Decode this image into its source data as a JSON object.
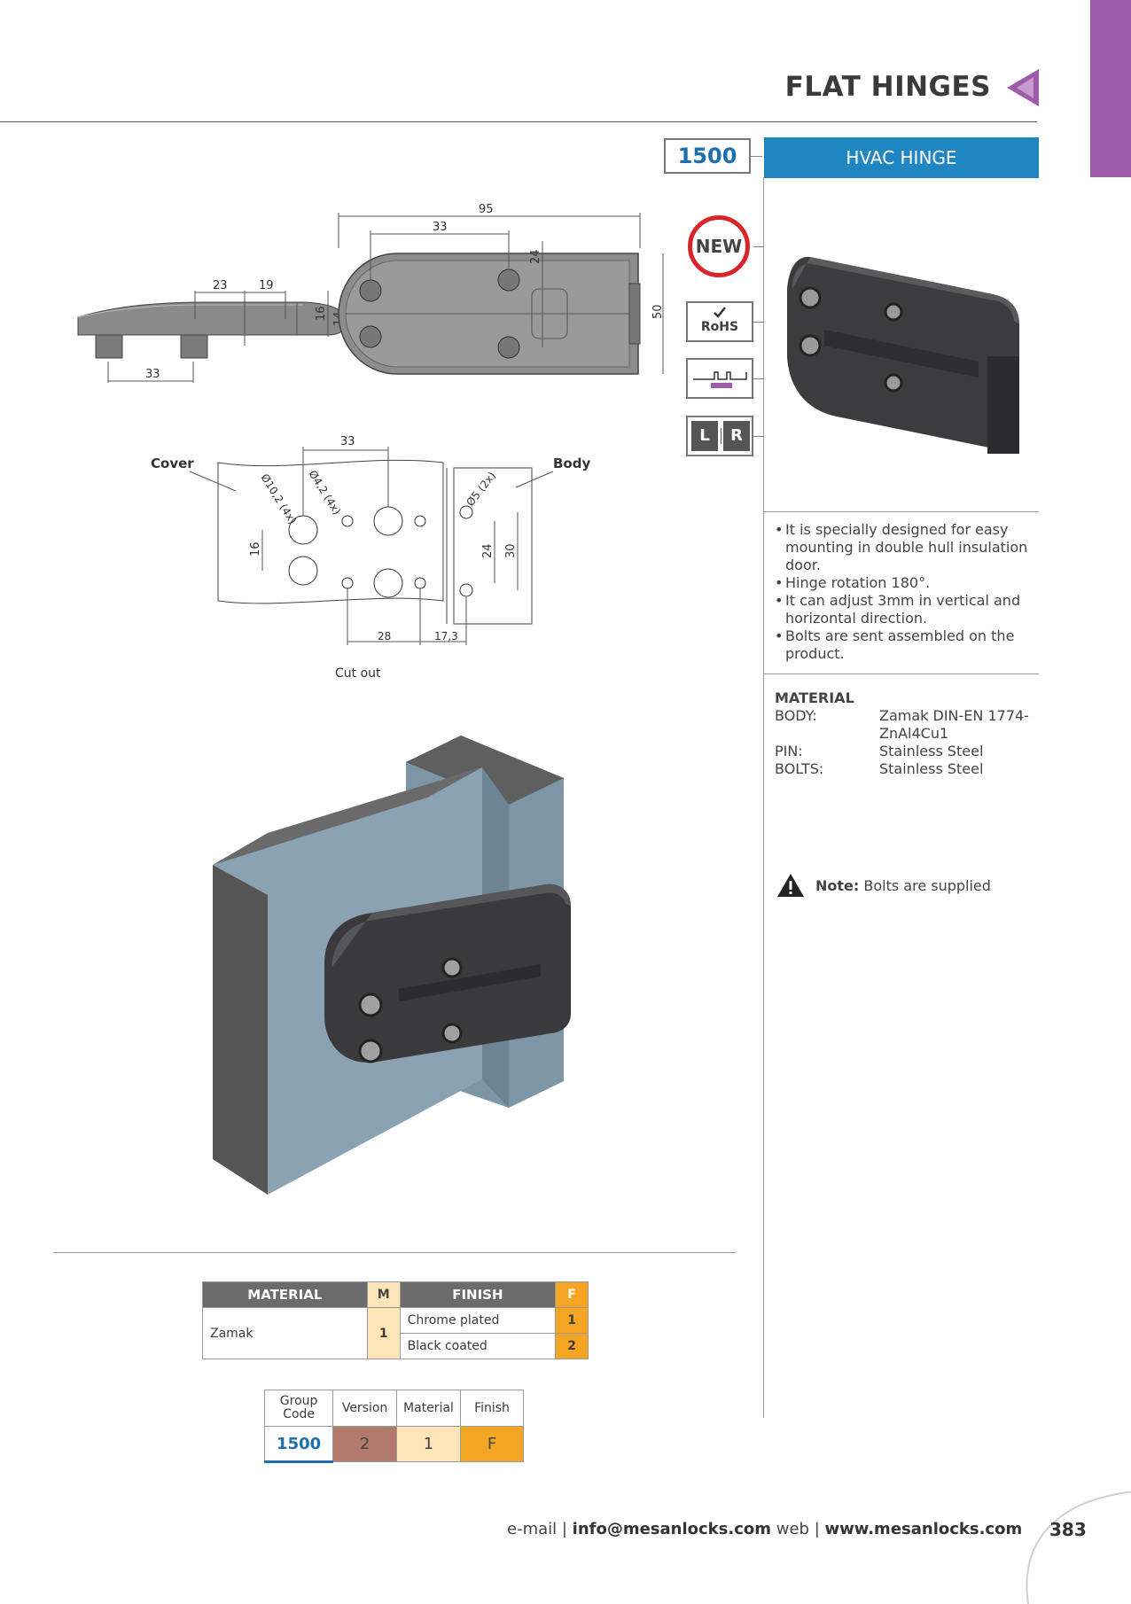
{
  "header": {
    "title": "FLAT HINGES",
    "accent_color": "#9d5ca8"
  },
  "product": {
    "code": "1500",
    "name": "HVAC HINGE",
    "bar_color": "#1f86c2"
  },
  "badges": {
    "new": "NEW",
    "rohs": "RoHS",
    "lr_left": "L",
    "lr_right": "R"
  },
  "drawing": {
    "side_dims": [
      "23",
      "19",
      "14",
      "33"
    ],
    "top_dims": [
      "95",
      "33",
      "24",
      "16",
      "50"
    ],
    "cutout_dims": [
      "33",
      "16",
      "24",
      "30",
      "28",
      "17,3"
    ],
    "hole_labels": [
      "Ø10,2 (4x)",
      "Ø4,2 (4x)",
      "Ø5 (2x)"
    ],
    "cover_label": "Cover",
    "body_label": "Body",
    "cutout_caption": "Cut out"
  },
  "features": [
    "It is specially designed for easy mounting in double hull insulation door.",
    "Hinge rotation 180°.",
    "It can adjust 3mm in vertical and horizontal direction.",
    "Bolts are sent assembled on the product."
  ],
  "material": {
    "heading": "MATERIAL",
    "rows": [
      {
        "key": "BODY:",
        "value": "Zamak DIN-EN 1774-ZnAl4Cu1"
      },
      {
        "key": "PIN:",
        "value": "Stainless Steel"
      },
      {
        "key": "BOLTS:",
        "value": "Stainless Steel"
      }
    ]
  },
  "note": {
    "label": "Note:",
    "text": "Bolts are supplied"
  },
  "material_table": {
    "headers": {
      "material": "MATERIAL",
      "m": "M",
      "finish": "FINISH",
      "f": "F"
    },
    "material": "Zamak",
    "material_code": "1",
    "finishes": [
      {
        "name": "Chrome plated",
        "code": "1"
      },
      {
        "name": "Black coated",
        "code": "2"
      }
    ]
  },
  "order_table": {
    "headers": [
      "Group Code",
      "Version",
      "Material",
      "Finish"
    ],
    "values": [
      "1500",
      "2",
      "1",
      "F"
    ],
    "colors": [
      "#ffffff",
      "#b27a6c",
      "#fde5b9",
      "#f5a524"
    ]
  },
  "footer": {
    "email_label": "e-mail",
    "email": "info@mesanlocks.com",
    "web_label": "web",
    "web": "www.mesanlocks.com",
    "page_number": "383"
  }
}
